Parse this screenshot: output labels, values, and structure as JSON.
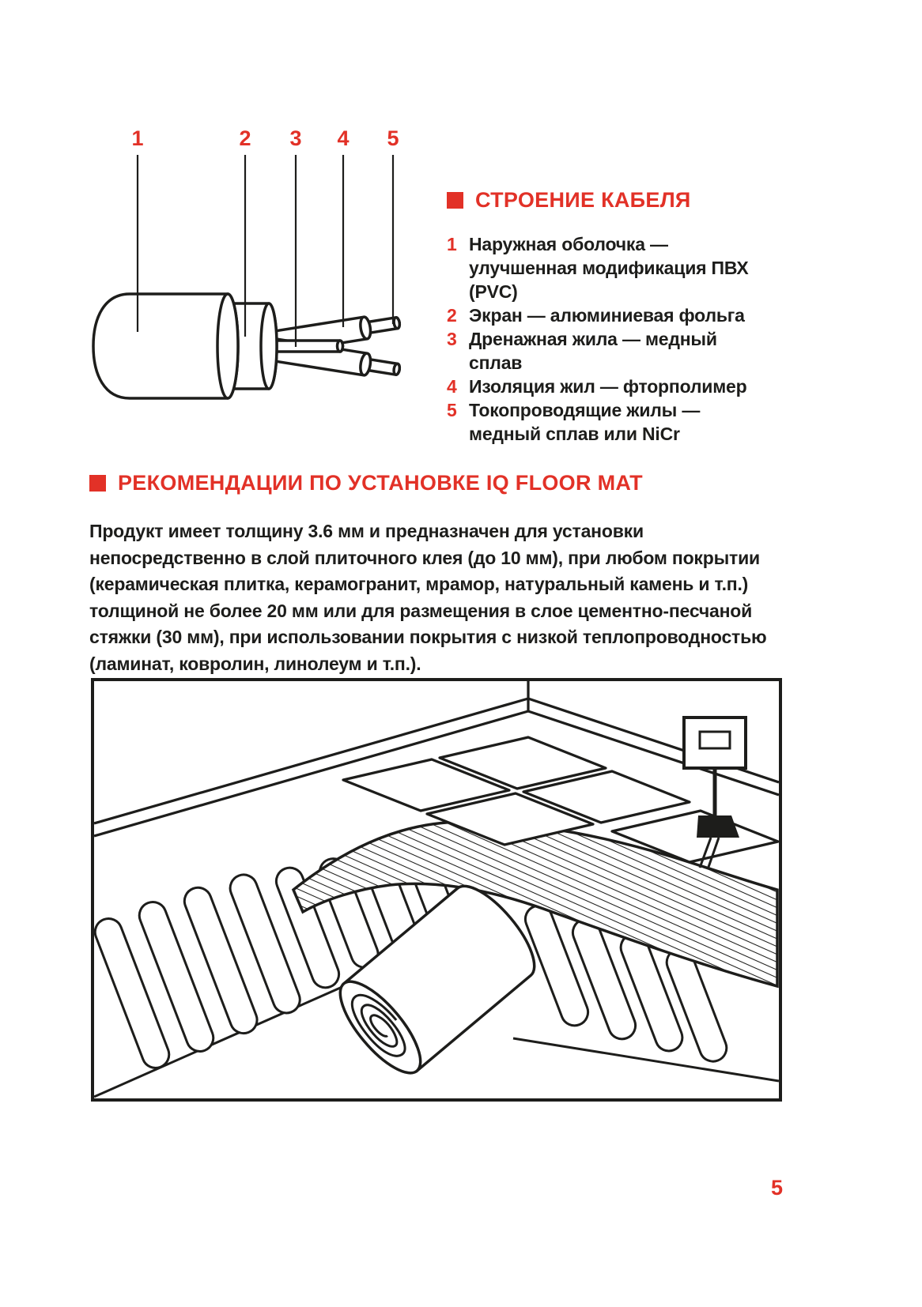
{
  "page": {
    "number": "5"
  },
  "colors": {
    "accent": "#e23127",
    "ink": "#1d1d1b",
    "background": "#ffffff"
  },
  "cable_section": {
    "title": "СТРОЕНИЕ КАБЕЛЯ",
    "callouts": [
      "1",
      "2",
      "3",
      "4",
      "5"
    ],
    "items": [
      {
        "num": "1",
        "text": "Наружная оболочка — улучшенная модификация ПВХ (PVC)"
      },
      {
        "num": "2",
        "text": "Экран — алюминиевая фольга"
      },
      {
        "num": "3",
        "text": "Дренажная жила — медный сплав"
      },
      {
        "num": "4",
        "text": "Изоляция жил — фторполимер"
      },
      {
        "num": "5",
        "text": "Токопроводящие жилы — медный сплав или NiCr"
      }
    ]
  },
  "recommendations_section": {
    "title": "РЕКОМЕНДАЦИИ ПО УСТАНОВКЕ IQ FLOOR MAT",
    "paragraph": "Продукт имеет толщину 3.6 мм и предназначен для установки непосредственно в слой плиточного клея (до 10 мм),  при любом покрытии (керамическая плитка, керамогранит, мрамор, натуральный камень и т.п.) толщиной не более 20 мм или для размещения в слое цементно-песчаной стяжки (30 мм), при использовании покрытия с низкой теплопроводностью (ламинат, ковролин, линолеум и т.п.)."
  }
}
